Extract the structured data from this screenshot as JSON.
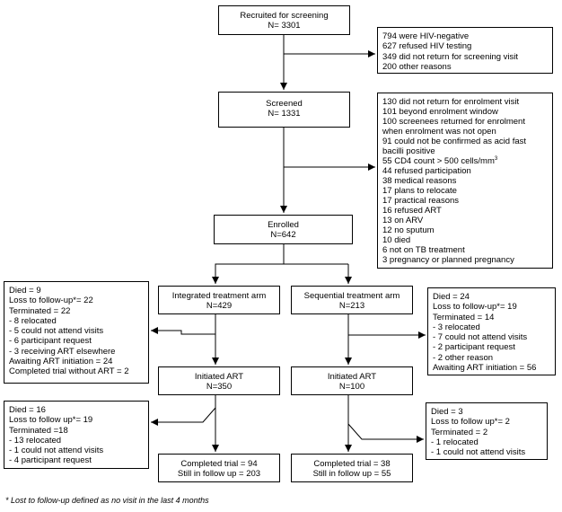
{
  "recruited": {
    "label": "Recruited for screening",
    "count": "N= 3301"
  },
  "recruit_exclusions": [
    "794 were HIV-negative",
    "627 refused HIV testing",
    "349 did not return for screening visit",
    "200 other reasons"
  ],
  "screened": {
    "label": "Screened",
    "count": "N= 1331"
  },
  "screen_exclusions": [
    "130 did not return for enrolment visit",
    "101 beyond enrolment window",
    "100 screenees returned for enrolment",
    "when enrolment was not open",
    "91 could not be confirmed as acid fast",
    "bacilli positive",
    "55 CD4 count > 500 cells/mm",
    "44 refused participation",
    "38 medical reasons",
    "17 plans to relocate",
    "17 practical reasons",
    "16 refused ART",
    "13 on ARV",
    "12 no sputum",
    "10 died",
    "6 not on TB treatment",
    "3 pregnancy or planned pregnancy"
  ],
  "cd4_superscript": "3",
  "enrolled": {
    "label": "Enrolled",
    "count": "N=642"
  },
  "integrated_arm": {
    "label": "Integrated treatment arm",
    "count": "N=429"
  },
  "sequential_arm": {
    "label": "Sequential treatment arm",
    "count": "N=213"
  },
  "integrated_pre_art_outcomes": [
    "Died = 9",
    "Loss to follow-up*= 22",
    "Terminated = 22",
    "-   8 relocated",
    "-   5 could not attend visits",
    "-   6 participant request",
    "-   3 receiving ART elsewhere",
    "Awaiting ART initiation = 24",
    "Completed trial without ART = 2"
  ],
  "sequential_pre_art_outcomes": [
    "Died = 24",
    "Loss to follow-up*= 19",
    "Terminated = 14",
    "-   3 relocated",
    "-   7 could not attend visits",
    "-   2 participant request",
    "-   2 other reason",
    "Awaiting ART initiation = 56"
  ],
  "integrated_art": {
    "label": "Initiated ART",
    "count": "N=350"
  },
  "sequential_art": {
    "label": "Initiated ART",
    "count": "N=100"
  },
  "integrated_post_art_outcomes": [
    "Died = 16",
    "Loss to follow up*= 19",
    "Terminated =18",
    "-   13 relocated",
    "-   1 could not attend visits",
    "-   4 participant request"
  ],
  "sequential_post_art_outcomes": [
    "Died = 3",
    "Loss to follow up*= 2",
    "Terminated = 2",
    "-   1 relocated",
    "-   1 could not attend visits"
  ],
  "integrated_final": {
    "completed": "Completed trial = 94",
    "follow_up": "Still in follow up = 203"
  },
  "sequential_final": {
    "completed": "Completed trial = 38",
    "follow_up": "Still in follow up = 55"
  },
  "footnote": "* Lost to follow-up defined as no visit in the last 4 months"
}
